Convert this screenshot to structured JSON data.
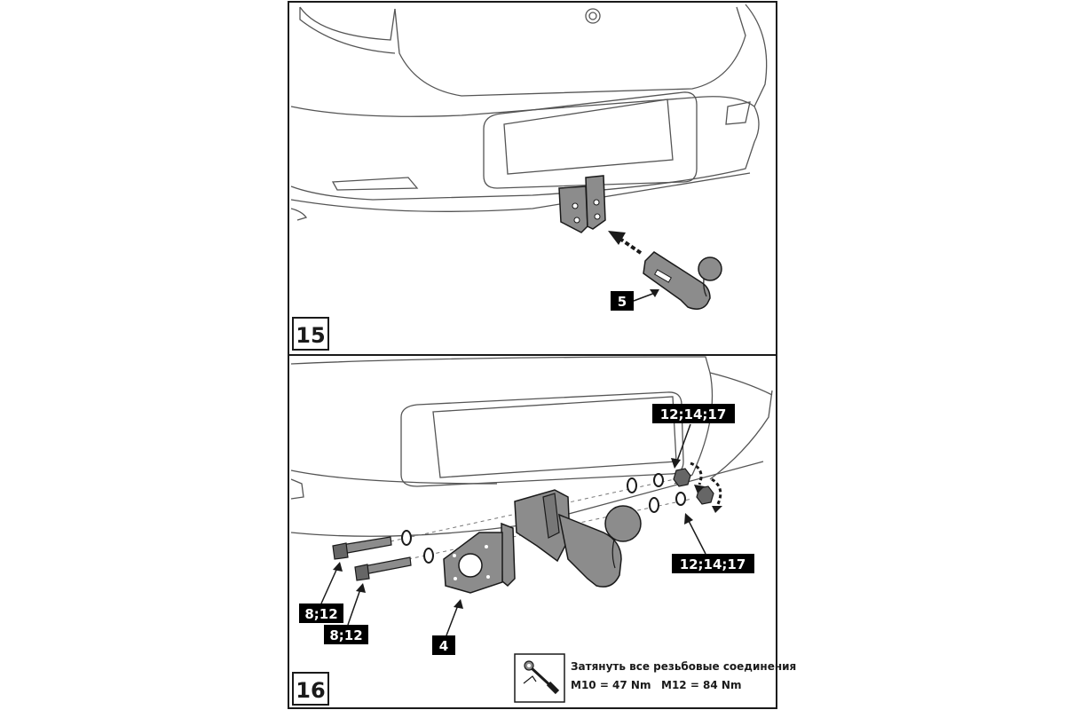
{
  "steps": [
    {
      "number": "15",
      "callouts": [
        "5"
      ]
    },
    {
      "number": "16",
      "callouts": [
        "12;14;17",
        "12;14;17",
        "8;12",
        "8;12",
        "4"
      ]
    }
  ],
  "torque_note": {
    "title": "Затянуть все резьбовые соединения",
    "m10": "M10 = 47 Nm",
    "m12": "M12 = 84 Nm",
    "icon": "torque-wrench-icon"
  },
  "colors": {
    "line": "#1a1a1a",
    "part_fill": "#8c8c8c",
    "car_line": "#555555",
    "label_bg": "#000000",
    "label_text": "#ffffff"
  }
}
